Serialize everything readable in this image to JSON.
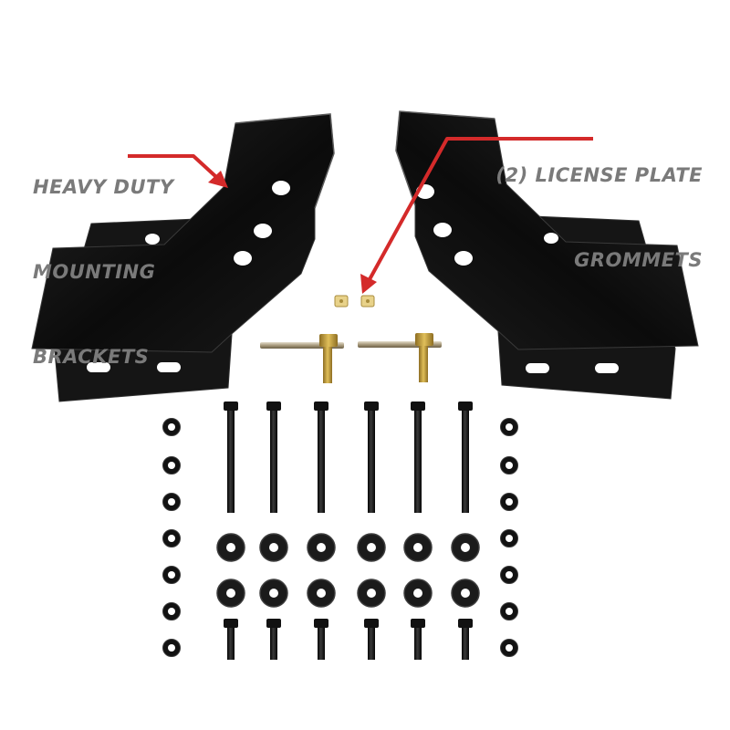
{
  "callouts": {
    "left": {
      "lines": [
        "HEAVY DUTY",
        "MOUNTING",
        "BRACKETS"
      ]
    },
    "right": {
      "lines": [
        "(2) LICENSE PLATE",
        "GROMMETS"
      ]
    }
  },
  "colors": {
    "background": "#ffffff",
    "bracket": "#0b0b0b",
    "arrow": "#d42a2a",
    "label": "#7a7a7a",
    "brass": "#c9a441",
    "grommet": "#e8d28a"
  },
  "hardware": {
    "mounting_brackets": 2,
    "license_plate_bolts": 2,
    "license_plate_grommets": 2,
    "long_bolts": 6,
    "short_bolts": 6,
    "flat_washers": 12,
    "nuts": 14
  }
}
